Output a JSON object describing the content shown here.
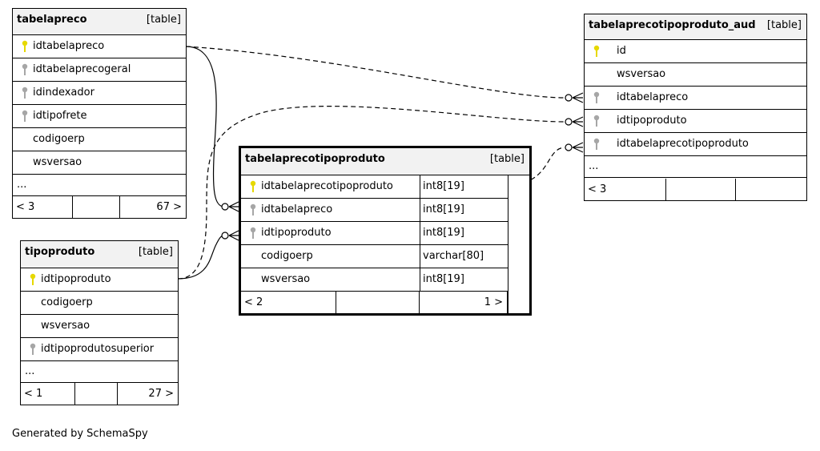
{
  "tables": {
    "tabelapreco": {
      "name": "tabelapreco",
      "kind": "[table]",
      "columns": [
        {
          "name": "idtabelapreco",
          "key": "primary"
        },
        {
          "name": "idtabelaprecogeral",
          "key": "foreign"
        },
        {
          "name": "idindexador",
          "key": "foreign"
        },
        {
          "name": "idtipofrete",
          "key": "foreign"
        },
        {
          "name": "codigoerp",
          "key": "none"
        },
        {
          "name": "wsversao",
          "key": "none"
        }
      ],
      "more": "...",
      "footer": {
        "left": "< 3",
        "middle": "",
        "right": "67 >"
      }
    },
    "tipoproduto": {
      "name": "tipoproduto",
      "kind": "[table]",
      "columns": [
        {
          "name": "idtipoproduto",
          "key": "primary"
        },
        {
          "name": "codigoerp",
          "key": "none"
        },
        {
          "name": "wsversao",
          "key": "none"
        },
        {
          "name": "idtipoprodutosuperior",
          "key": "foreign"
        }
      ],
      "more": "...",
      "footer": {
        "left": "< 1",
        "middle": "",
        "right": "27 >"
      }
    },
    "tabelaprecotipoproduto": {
      "name": "tabelaprecotipoproduto",
      "kind": "[table]",
      "columns": [
        {
          "name": "idtabelaprecotipoproduto",
          "type": "int8[19]",
          "key": "primary"
        },
        {
          "name": "idtabelapreco",
          "type": "int8[19]",
          "key": "foreign"
        },
        {
          "name": "idtipoproduto",
          "type": "int8[19]",
          "key": "foreign"
        },
        {
          "name": "codigoerp",
          "type": "varchar[80]",
          "key": "none"
        },
        {
          "name": "wsversao",
          "type": "int8[19]",
          "key": "none"
        }
      ],
      "footer": {
        "left": "< 2",
        "middle": "",
        "right": "1 >"
      }
    },
    "tabelaprecotipoproduto_aud": {
      "name": "tabelaprecotipoproduto_aud",
      "kind": "[table]",
      "columns": [
        {
          "name": "id",
          "key": "primary"
        },
        {
          "name": "wsversao",
          "key": "none"
        },
        {
          "name": "idtabelapreco",
          "key": "foreign"
        },
        {
          "name": "idtipoproduto",
          "key": "foreign"
        },
        {
          "name": "idtabelaprecotipoproduto",
          "key": "foreign"
        }
      ],
      "more": "...",
      "footer": {
        "left": "< 3",
        "middle": "",
        "right": ""
      }
    }
  },
  "credit": "Generated by SchemaSpy",
  "colors": {
    "primary_key": "#e6d800",
    "foreign_key": "#a6a6a6",
    "header_bg": "#f2f2f2",
    "line": "#000000"
  }
}
